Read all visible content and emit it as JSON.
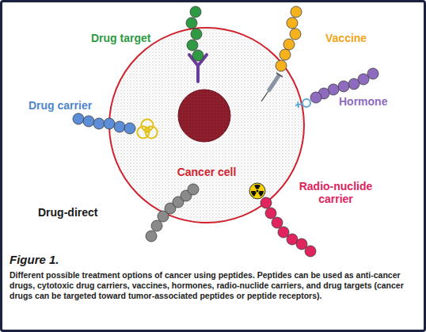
{
  "diagram": {
    "title": "Figure 1.",
    "caption": "Different possible treatment options of cancer using peptides. Peptides can be used as anti-cancer drugs, cytotoxic drug carriers, vaccines, hormones, radio-nuclide carriers, and drug targets (cancer drugs can be targeted toward tumor-associated peptides or peptide receptors).",
    "nodes": [
      {
        "text": [
          "Cancer cell"
        ]
      }
    ],
    "labels": [
      "Drug target",
      "Vaccine",
      "Drug carrier",
      "Hormone",
      "Drug-direct",
      "Radio-nuclide carrier"
    ]
  }
}
